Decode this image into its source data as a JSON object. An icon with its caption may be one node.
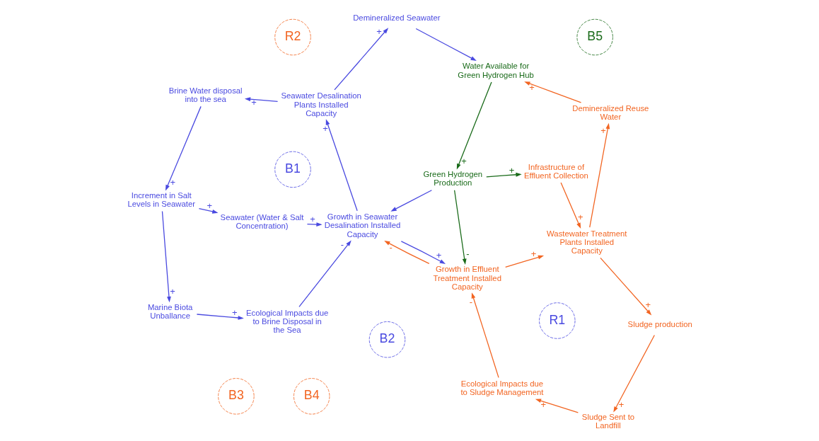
{
  "diagram": {
    "nodes": [
      {
        "text": [
          "Brine Water disposal into the sea"
        ]
      },
      {
        "text": [
          "Seawater Desalination Plants Installed Capacity"
        ]
      },
      {
        "text": [
          "Increment in Salt Levels in Seawater"
        ]
      },
      {
        "text": [
          "Seawater (Water & Salt Concentration)"
        ]
      },
      {
        "text": [
          "Demineralized Seawater"
        ]
      },
      {
        "text": [
          "Growth in Seawater Desalination Installed Capacity"
        ]
      },
      {
        "text": [
          "Marine Biota Unballance"
        ]
      },
      {
        "text": [
          "Ecological Impacts due to Brine Disposal in the Sea"
        ]
      },
      {
        "text": [
          "Water Available for Green Hydrogen Hub"
        ]
      },
      {
        "text": [
          "Green Hydrogen Production"
        ]
      },
      {
        "text": [
          "Growth in Effluent Treatment Installed Capacity"
        ]
      },
      {
        "text": [
          "Ecological Impacts due to Sludge Management"
        ]
      },
      {
        "text": [
          "Demineralized Reuse Water"
        ]
      },
      {
        "text": [
          "Infrastructure of Effluent Collection"
        ]
      },
      {
        "text": [
          "Wastewater Treatment Plants Installed Capacity"
        ]
      },
      {
        "text": [
          "Sludge Sent to Landfill"
        ]
      },
      {
        "text": [
          "Sludge production"
        ]
      }
    ],
    "edges": [
      {
        "from": 1,
        "to": 0,
        "arrow": "to",
        "label": "+"
      },
      {
        "from": 0,
        "to": 2,
        "arrow": "to",
        "label": "+"
      },
      {
        "from": 2,
        "to": 3,
        "arrow": "to",
        "label": "+"
      },
      {
        "from": 3,
        "to": 5,
        "arrow": "to",
        "label": "+"
      },
      {
        "from": 5,
        "to": 1,
        "arrow": "to",
        "label": "+"
      },
      {
        "from": 1,
        "to": 4,
        "arrow": "to",
        "label": "+"
      },
      {
        "from": 4,
        "to": 8,
        "arrow": "to"
      },
      {
        "from": 2,
        "to": 6,
        "arrow": "to",
        "label": "+"
      },
      {
        "from": 6,
        "to": 7,
        "arrow": "to",
        "label": "+"
      },
      {
        "from": 7,
        "to": 5,
        "arrow": "to",
        "label": "-"
      },
      {
        "from": 9,
        "to": 5,
        "arrow": "to"
      },
      {
        "from": 5,
        "to": 10,
        "arrow": "to",
        "label": "+"
      },
      {
        "from": 10,
        "to": 5,
        "arrow": "to",
        "label": "-",
        "color": "#f26522"
      },
      {
        "from": 8,
        "to": 9,
        "arrow": "to",
        "label": "+",
        "color": "#1a6b1a"
      },
      {
        "from": 9,
        "to": 10,
        "arrow": "to",
        "label": "-",
        "color": "#1a6b1a"
      },
      {
        "from": 9,
        "to": 13,
        "arrow": "to",
        "label": "+",
        "color": "#1a6b1a"
      },
      {
        "from": 13,
        "to": 14,
        "arrow": "to",
        "label": "+",
        "color": "#f26522"
      },
      {
        "from": 10,
        "to": 14,
        "arrow": "to",
        "label": "+",
        "color": "#f26522"
      },
      {
        "from": 14,
        "to": 12,
        "arrow": "to",
        "label": "+",
        "color": "#f26522"
      },
      {
        "from": 12,
        "to": 8,
        "arrow": "to",
        "label": "+",
        "color": "#f26522"
      },
      {
        "from": 14,
        "to": 16,
        "arrow": "to",
        "label": "+",
        "color": "#f26522"
      },
      {
        "from": 16,
        "to": 15,
        "arrow": "to",
        "label": "+",
        "color": "#f26522"
      },
      {
        "from": 15,
        "to": 11,
        "arrow": "to",
        "label": "+",
        "color": "#f26522"
      },
      {
        "from": 11,
        "to": 10,
        "arrow": "to",
        "label": "-",
        "color": "#f26522"
      }
    ],
    "labels": [
      "R1",
      "B1",
      "B2",
      "B5",
      "R2",
      "B3",
      "B4"
    ]
  }
}
